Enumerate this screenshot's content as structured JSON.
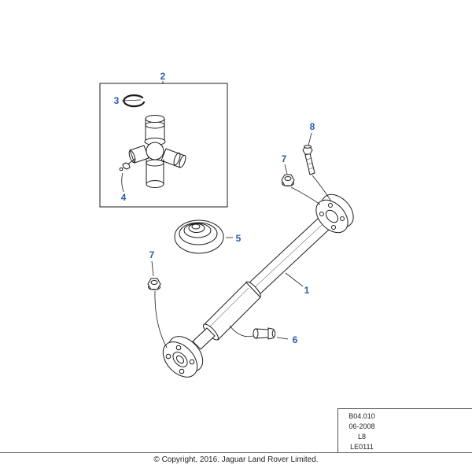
{
  "colors": {
    "background": "#ffffff",
    "line_art": "#1c1c1c",
    "callout_blue": "#2a5caa",
    "footer_rule": "#555555",
    "footer_text": "#222222"
  },
  "callout_labels": [
    "1",
    "2",
    "3",
    "4",
    "5",
    "6",
    "7",
    "8"
  ],
  "footer": {
    "codes": [
      "B04.010",
      "06-2008",
      "L8",
      "LE0111"
    ],
    "copyright": "© Copyright, 2016. Jaguar Land Rover Limited."
  }
}
